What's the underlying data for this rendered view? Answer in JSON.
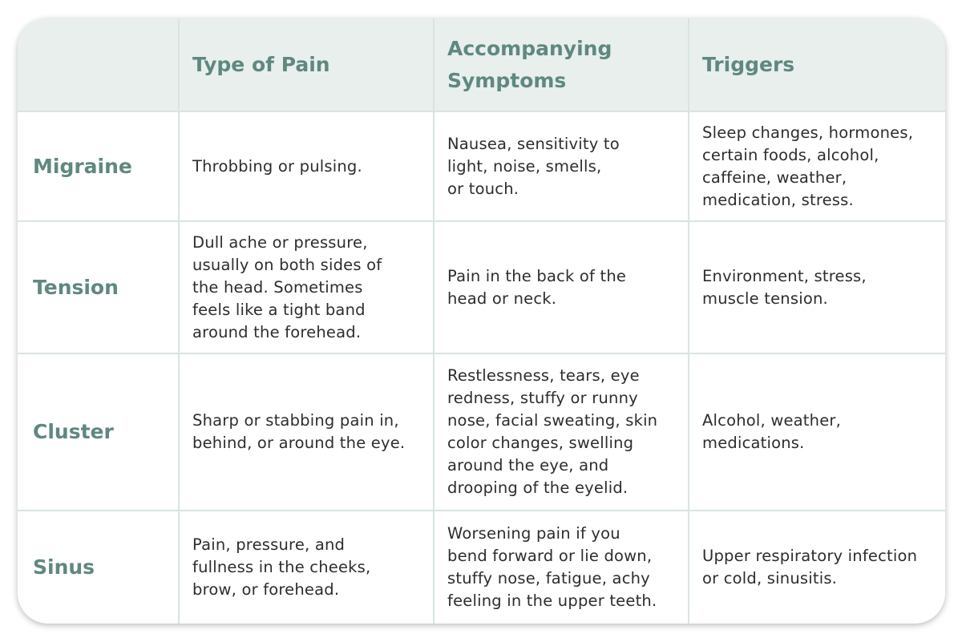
{
  "colors": {
    "header_background": "#e9efed",
    "accent_text": "#5f8880",
    "body_text": "#2d2d2d",
    "grid_lines": "#d9e4e1"
  },
  "table": {
    "headers": [
      "",
      "Type of Pain",
      "Accompanying\nSymptoms",
      "Triggers"
    ],
    "rows": [
      {
        "label": "Migraine",
        "type_of_pain": "Throbbing or pulsing.",
        "symptoms": "Nausea, sensitivity to\nlight, noise, smells,\nor touch.",
        "triggers": "Sleep changes, hormones,\ncertain foods, alcohol,\ncaffeine, weather,\nmedication, stress."
      },
      {
        "label": "Tension",
        "type_of_pain": "Dull ache or pressure,\nusually on both sides of\nthe head. Sometimes\nfeels like a tight band\naround the forehead.",
        "symptoms": "Pain in the back of the\nhead or neck.",
        "triggers": "Environment, stress,\nmuscle tension."
      },
      {
        "label": "Cluster",
        "type_of_pain": "Sharp or stabbing pain in,\nbehind, or around the eye.",
        "symptoms": "Restlessness, tears, eye\nredness, stuffy or runny\nnose, facial sweating, skin\ncolor changes, swelling\naround the eye, and\ndrooping of the eyelid.",
        "triggers": "Alcohol, weather,\nmedications."
      },
      {
        "label": "Sinus",
        "type_of_pain": "Pain, pressure, and\nfullness in the cheeks,\nbrow, or forehead.",
        "symptoms": "Worsening pain if you\nbend forward or lie down,\nstuffy nose, fatigue, achy\nfeeling in the upper teeth.",
        "triggers": "Upper respiratory infection\nor cold, sinusitis."
      }
    ]
  }
}
